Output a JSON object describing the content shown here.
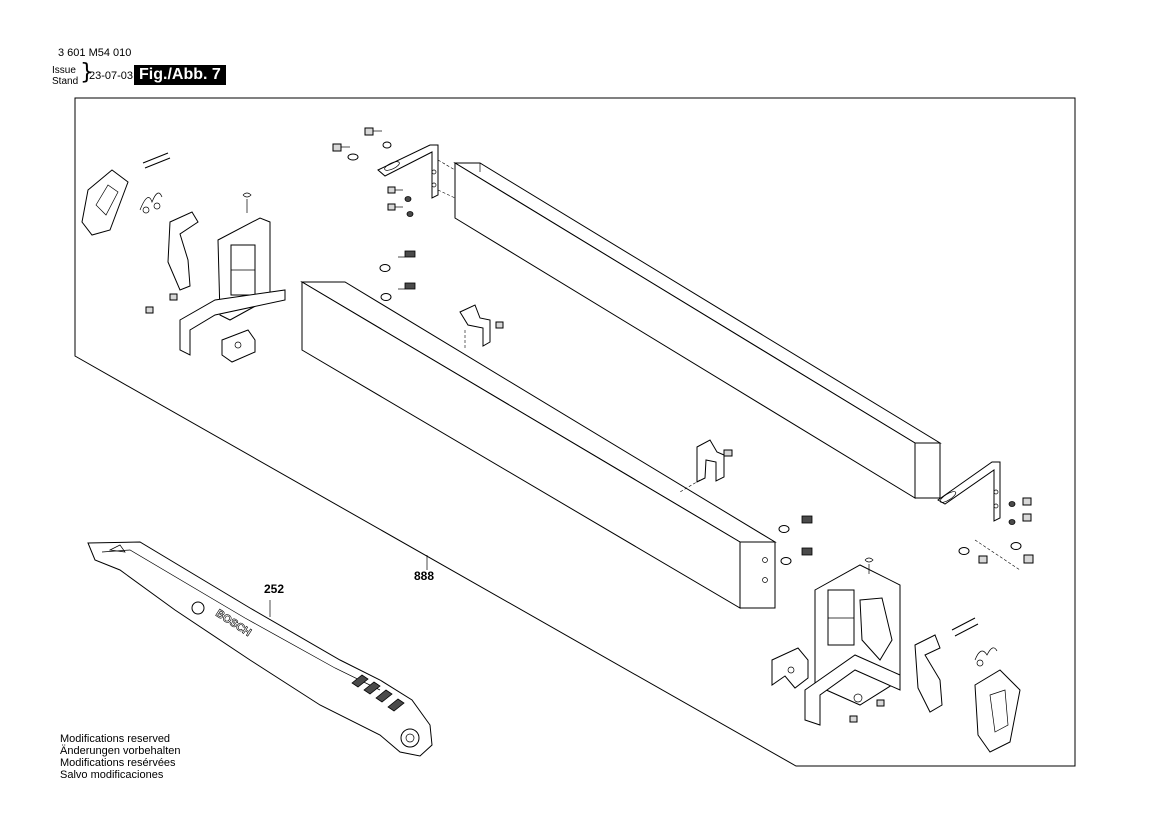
{
  "header": {
    "doc_number": "3 601 M54 010",
    "issue_label": "Issue",
    "stand_label": "Stand",
    "date": "23-07-03",
    "figure_label": "Fig./Abb. 7"
  },
  "callouts": [
    {
      "id": "252"
    },
    {
      "id": "888"
    }
  ],
  "brand_text": "BOSCH",
  "modifications": [
    "Modifications reserved",
    "Änderungen vorbehalten",
    "Modifications resérvées",
    "Salvo modificaciones"
  ]
}
